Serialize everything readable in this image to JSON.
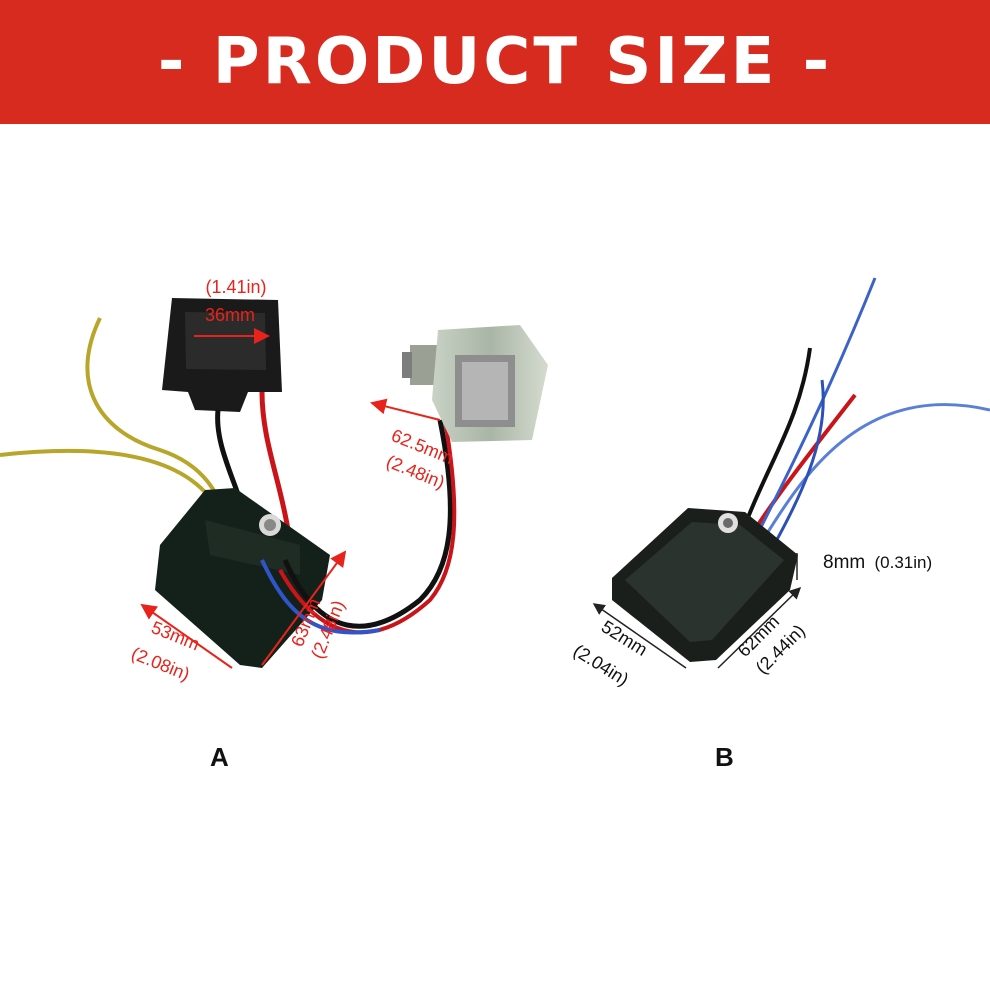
{
  "banner": {
    "title": "- PRODUCT SIZE -",
    "bg_color": "#d62b1e"
  },
  "product_a": {
    "label": "A",
    "dim_top_in": "(1.41in)",
    "dim_top_mm": "36mm",
    "dim_motor_mm": "62.5mm",
    "dim_motor_in": "(2.48in)",
    "dim_width_mm": "53mm",
    "dim_width_in": "(2.08in)",
    "dim_length_mm": "63mm",
    "dim_length_in": "(2.48in)"
  },
  "product_b": {
    "label": "B",
    "dim_thickness_mm": "8mm",
    "dim_thickness_in": "(0.31in)",
    "dim_width_mm": "52mm",
    "dim_width_in": "(2.04in)",
    "dim_length_mm": "62mm",
    "dim_length_in": "(2.44in)"
  },
  "colors": {
    "accent_red": "#e8231b",
    "board": "#14201a"
  }
}
